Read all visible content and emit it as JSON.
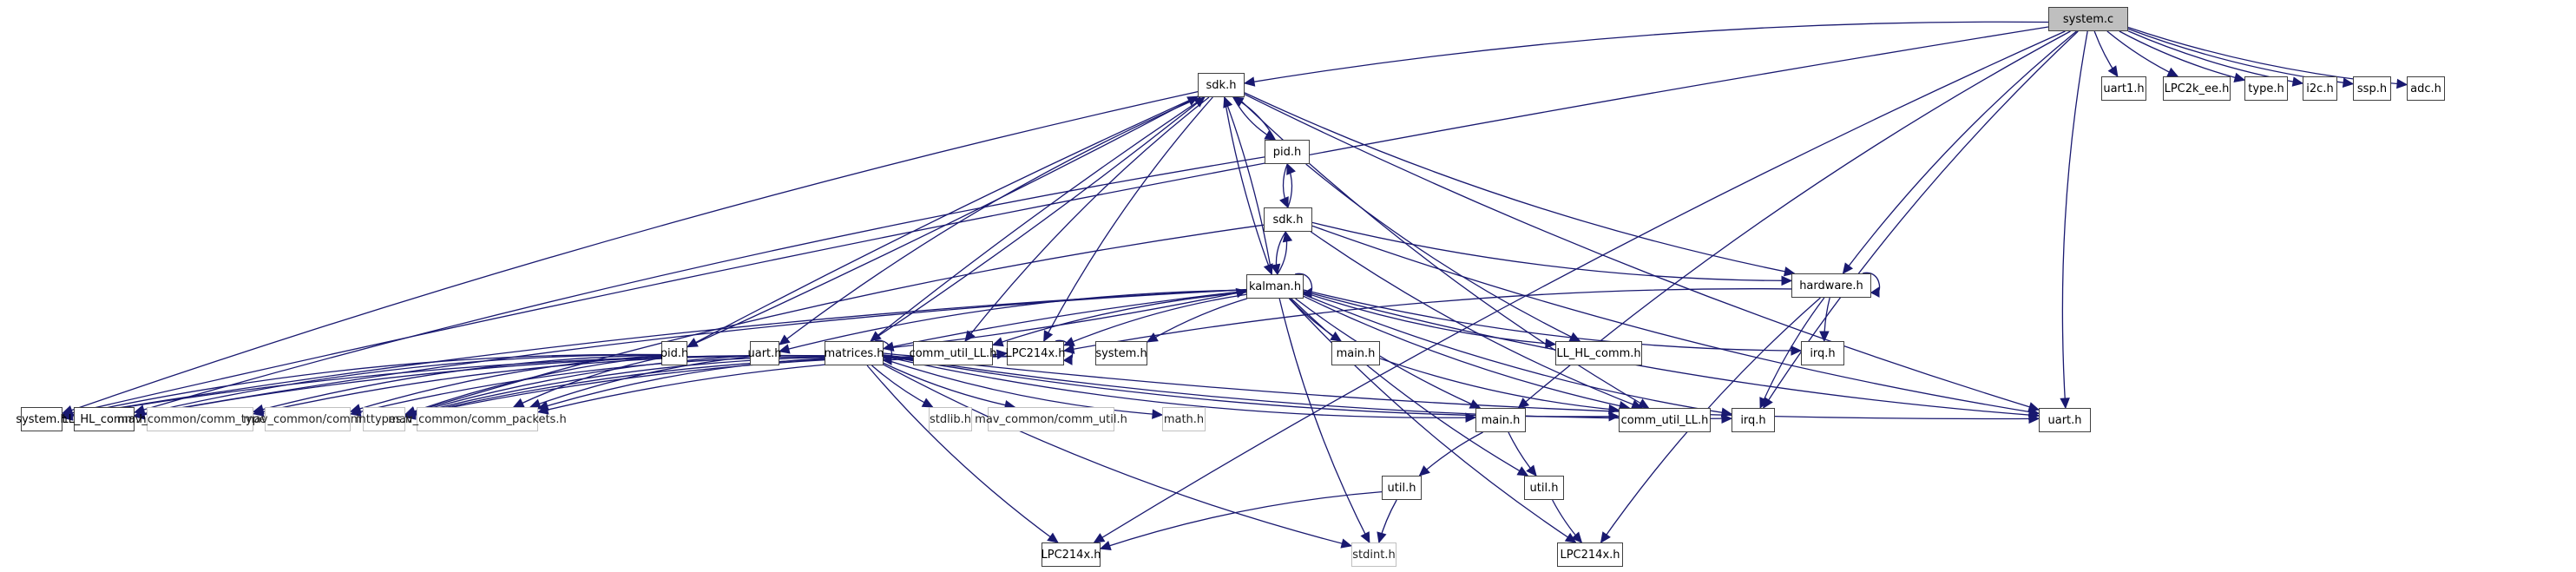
{
  "diagram": {
    "title": "system.c include dependency graph",
    "edge_color": "#191970",
    "root_fill": "#bfbfbf",
    "nodes": [
      {
        "id": "system_c",
        "label": "system.c",
        "kind": "root"
      },
      {
        "id": "uart1_h",
        "label": "uart1.h",
        "kind": "normal"
      },
      {
        "id": "lpc2k_ee_h",
        "label": "LPC2k_ee.h",
        "kind": "normal"
      },
      {
        "id": "type_h",
        "label": "type.h",
        "kind": "normal"
      },
      {
        "id": "i2c_h",
        "label": "i2c.h",
        "kind": "normal"
      },
      {
        "id": "ssp_h",
        "label": "ssp.h",
        "kind": "normal"
      },
      {
        "id": "adc_h",
        "label": "adc.h",
        "kind": "normal"
      },
      {
        "id": "sdk_h_1",
        "label": "sdk.h",
        "kind": "normal"
      },
      {
        "id": "pid_h_1",
        "label": "pid.h",
        "kind": "normal"
      },
      {
        "id": "sdk_h_2",
        "label": "sdk.h",
        "kind": "normal"
      },
      {
        "id": "kalman_h",
        "label": "kalman.h",
        "kind": "normal"
      },
      {
        "id": "hardware_h",
        "label": "hardware.h",
        "kind": "normal"
      },
      {
        "id": "irq_h_1",
        "label": "irq.h",
        "kind": "normal"
      },
      {
        "id": "ll_hl_comm_h_1",
        "label": "LL_HL_comm.h",
        "kind": "normal"
      },
      {
        "id": "main_h_1",
        "label": "main.h",
        "kind": "normal"
      },
      {
        "id": "system_h_1",
        "label": "system.h",
        "kind": "normal"
      },
      {
        "id": "lpc214x_h_1",
        "label": "LPC214x.h",
        "kind": "normal"
      },
      {
        "id": "comm_util_ll_h_1",
        "label": "comm_util_LL.h",
        "kind": "normal"
      },
      {
        "id": "matrices_h",
        "label": "matrices.h",
        "kind": "normal"
      },
      {
        "id": "uart_h_1",
        "label": "uart.h",
        "kind": "normal"
      },
      {
        "id": "pid_h_2",
        "label": "pid.h",
        "kind": "normal"
      },
      {
        "id": "system_h_2",
        "label": "system.h",
        "kind": "normal"
      },
      {
        "id": "ll_hl_comm_h_2",
        "label": "LL_HL_comm.h",
        "kind": "normal"
      },
      {
        "id": "comm_types_h",
        "label": "mav_common/comm_types.h",
        "kind": "system"
      },
      {
        "id": "comm_h",
        "label": "mav_common/comm.h",
        "kind": "system"
      },
      {
        "id": "inttypes_h",
        "label": "inttypes.h",
        "kind": "system"
      },
      {
        "id": "comm_packets_h",
        "label": "mav_common/comm_packets.h",
        "kind": "system"
      },
      {
        "id": "stdlib_h",
        "label": "stdlib.h",
        "kind": "system"
      },
      {
        "id": "comm_util_h",
        "label": "mav_common/comm_util.h",
        "kind": "system"
      },
      {
        "id": "math_h",
        "label": "math.h",
        "kind": "system"
      },
      {
        "id": "main_h_2",
        "label": "main.h",
        "kind": "normal"
      },
      {
        "id": "comm_util_ll_h_2",
        "label": "comm_util_LL.h",
        "kind": "normal"
      },
      {
        "id": "irq_h_2",
        "label": "irq.h",
        "kind": "normal"
      },
      {
        "id": "uart_h_2",
        "label": "uart.h",
        "kind": "normal"
      },
      {
        "id": "util_h_1",
        "label": "util.h",
        "kind": "normal"
      },
      {
        "id": "util_h_2",
        "label": "util.h",
        "kind": "normal"
      },
      {
        "id": "stdint_h",
        "label": "stdint.h",
        "kind": "system"
      },
      {
        "id": "lpc214x_h_2",
        "label": "LPC214x.h",
        "kind": "normal"
      },
      {
        "id": "lpc214x_h_3",
        "label": "LPC214x.h",
        "kind": "normal"
      }
    ],
    "edges": [
      [
        "system_c",
        "uart1_h"
      ],
      [
        "system_c",
        "lpc2k_ee_h"
      ],
      [
        "system_c",
        "type_h"
      ],
      [
        "system_c",
        "i2c_h"
      ],
      [
        "system_c",
        "ssp_h"
      ],
      [
        "system_c",
        "adc_h"
      ],
      [
        "system_c",
        "sdk_h_1"
      ],
      [
        "system_c",
        "system_h_2"
      ],
      [
        "system_c",
        "lpc214x_h_2"
      ],
      [
        "system_c",
        "hardware_h"
      ],
      [
        "system_c",
        "main_h_2"
      ],
      [
        "system_c",
        "irq_h_2"
      ],
      [
        "system_c",
        "uart_h_2"
      ],
      [
        "sdk_h_1",
        "pid_h_1"
      ],
      [
        "pid_h_1",
        "sdk_h_1"
      ],
      [
        "pid_h_1",
        "sdk_h_2"
      ],
      [
        "sdk_h_2",
        "pid_h_1"
      ],
      [
        "sdk_h_2",
        "kalman_h"
      ],
      [
        "kalman_h",
        "sdk_h_2"
      ],
      [
        "sdk_h_1",
        "kalman_h"
      ],
      [
        "kalman_h",
        "sdk_h_1"
      ],
      [
        "kalman_h",
        "kalman_h"
      ],
      [
        "sdk_h_1",
        "hardware_h"
      ],
      [
        "sdk_h_1",
        "uart_h_2"
      ],
      [
        "sdk_h_1",
        "comm_util_ll_h_2"
      ],
      [
        "sdk_h_1",
        "matrices_h"
      ],
      [
        "matrices_h",
        "sdk_h_1"
      ],
      [
        "sdk_h_1",
        "pid_h_2"
      ],
      [
        "pid_h_2",
        "sdk_h_1"
      ],
      [
        "sdk_h_1",
        "uart_h_1"
      ],
      [
        "sdk_h_1",
        "comm_util_ll_h_1"
      ],
      [
        "sdk_h_1",
        "lpc214x_h_1"
      ],
      [
        "sdk_h_1",
        "system_h_2"
      ],
      [
        "pid_h_1",
        "ll_hl_comm_h_1"
      ],
      [
        "pid_h_1",
        "ll_hl_comm_h_2"
      ],
      [
        "sdk_h_2",
        "hardware_h"
      ],
      [
        "sdk_h_2",
        "uart_h_2"
      ],
      [
        "sdk_h_2",
        "inttypes_h"
      ],
      [
        "sdk_h_2",
        "comm_util_ll_h_2"
      ],
      [
        "hardware_h",
        "hardware_h"
      ],
      [
        "hardware_h",
        "irq_h_1"
      ],
      [
        "hardware_h",
        "irq_h_2"
      ],
      [
        "hardware_h",
        "lpc214x_h_3"
      ],
      [
        "hardware_h",
        "lpc214x_h_1"
      ],
      [
        "kalman_h",
        "system_h_1"
      ],
      [
        "kalman_h",
        "main_h_1"
      ],
      [
        "kalman_h",
        "ll_hl_comm_h_1"
      ],
      [
        "kalman_h",
        "irq_h_1"
      ],
      [
        "kalman_h",
        "lpc214x_h_1"
      ],
      [
        "kalman_h",
        "comm_util_ll_h_1"
      ],
      [
        "kalman_h",
        "matrices_h"
      ],
      [
        "matrices_h",
        "kalman_h"
      ],
      [
        "kalman_h",
        "uart_h_1"
      ],
      [
        "kalman_h",
        "main_h_2"
      ],
      [
        "kalman_h",
        "util_h_2"
      ],
      [
        "kalman_h",
        "stdint_h"
      ],
      [
        "kalman_h",
        "comm_util_ll_h_2"
      ],
      [
        "kalman_h",
        "irq_h_2"
      ],
      [
        "kalman_h",
        "uart_h_2"
      ],
      [
        "kalman_h",
        "lpc214x_h_3"
      ],
      [
        "kalman_h",
        "system_h_2"
      ],
      [
        "kalman_h",
        "ll_hl_comm_h_2"
      ],
      [
        "matrices_h",
        "matrices_h"
      ],
      [
        "matrices_h",
        "comm_packets_h"
      ],
      [
        "matrices_h",
        "stdlib_h"
      ],
      [
        "matrices_h",
        "comm_util_h"
      ],
      [
        "matrices_h",
        "math_h"
      ],
      [
        "matrices_h",
        "lpc214x_h_2"
      ],
      [
        "matrices_h",
        "stdint_h"
      ],
      [
        "matrices_h",
        "inttypes_h"
      ],
      [
        "matrices_h",
        "comm_h"
      ],
      [
        "matrices_h",
        "comm_types_h"
      ],
      [
        "matrices_h",
        "ll_hl_comm_h_2"
      ],
      [
        "matrices_h",
        "system_h_2"
      ],
      [
        "matrices_h",
        "main_h_2"
      ],
      [
        "matrices_h",
        "comm_util_ll_h_2"
      ],
      [
        "matrices_h",
        "irq_h_2"
      ],
      [
        "matrices_h",
        "uart_h_2"
      ],
      [
        "matrices_h",
        "lpc214x_h_1"
      ],
      [
        "lpc214x_h_1",
        "lpc214x_h_1"
      ],
      [
        "lpc214x_h_1",
        "comm_packets_h"
      ],
      [
        "lpc214x_h_1",
        "inttypes_h"
      ],
      [
        "uart_h_1",
        "comm_packets_h"
      ],
      [
        "uart_h_1",
        "inttypes_h"
      ],
      [
        "pid_h_2",
        "inttypes_h"
      ],
      [
        "pid_h_2",
        "comm_packets_h"
      ],
      [
        "pid_h_2",
        "comm_h"
      ],
      [
        "pid_h_2",
        "comm_types_h"
      ],
      [
        "pid_h_2",
        "ll_hl_comm_h_2"
      ],
      [
        "pid_h_2",
        "system_h_2"
      ],
      [
        "main_h_2",
        "util_h_1"
      ],
      [
        "main_h_2",
        "util_h_2"
      ],
      [
        "util_h_1",
        "stdint_h"
      ],
      [
        "util_h_1",
        "lpc214x_h_2"
      ],
      [
        "util_h_2",
        "lpc214x_h_3"
      ],
      [
        "main_h_1",
        "comm_util_ll_h_2"
      ],
      [
        "comm_util_ll_h_1",
        "inttypes_h"
      ]
    ]
  }
}
